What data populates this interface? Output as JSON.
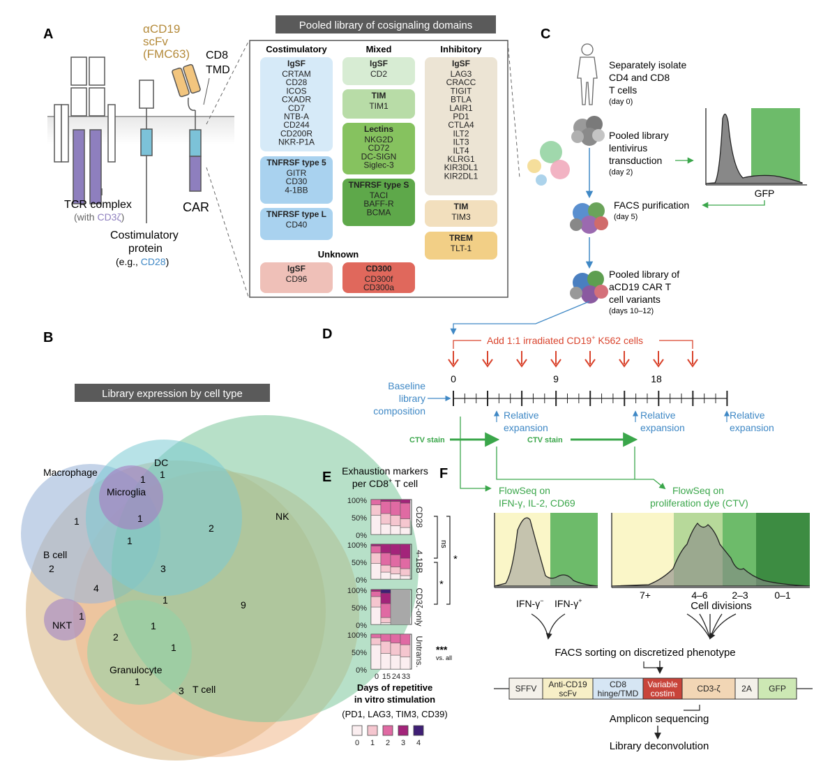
{
  "colors": {
    "costim": "#d6eaf8",
    "tnfrsf5": "#a9d2ef",
    "mixed_igsf": "#d7ecd3",
    "mixed_tim": "#b8dca7",
    "lectins": "#86c25f",
    "tnfrsf_s": "#5ea84a",
    "inhib": "#ece4d4",
    "tim_inhib": "#f2dfbd",
    "trem": "#f2cf86",
    "unk_igsf": "#efc0b8",
    "cd300": "#e0685c",
    "purple": "#8e7fbe",
    "teal": "#7cc2d8",
    "orange": "#f2c57e",
    "green_arrow": "#3aa64a",
    "red_arrow": "#d9432c",
    "blue_text": "#3f88c5"
  },
  "panelA": {
    "label": "A",
    "scfv": [
      "αCD19",
      "scFv",
      "(FMC63)"
    ],
    "cd8": [
      "CD8",
      "TMD"
    ],
    "tcr": "TCR complex",
    "tcr_with": "(with ",
    "tcr_cd3": "CD3ζ",
    "tcr_close": ")",
    "car": "CAR",
    "costim_prot": [
      "Costimulatory",
      "protein"
    ],
    "eg": "(e.g., ",
    "eg_cd28": "CD28",
    "eg_close": ")"
  },
  "library": {
    "title": "Pooled library of cosignaling domains",
    "col_costim": "Costimulatory",
    "col_mixed": "Mixed",
    "col_inhib": "Inhibitory",
    "unknown": "Unknown",
    "costim_igsf": {
      "head": "IgSF",
      "items": [
        "CRTAM",
        "CD28",
        "ICOS",
        "CXADR",
        "CD7",
        "NTB-A",
        "CD244",
        "CD200R",
        "NKR-P1A"
      ]
    },
    "tnfrsf5": {
      "head": "TNFRSF type 5",
      "items": [
        "GITR",
        "CD30",
        "4-1BB"
      ]
    },
    "tnfrsfL": {
      "head": "TNFRSF type L",
      "items": [
        "CD40"
      ]
    },
    "mixed_igsf": {
      "head": "IgSF",
      "items": [
        "CD2"
      ]
    },
    "mixed_tim": {
      "head": "TIM",
      "items": [
        "TIM1"
      ]
    },
    "lectins": {
      "head": "Lectins",
      "items": [
        "NKG2D",
        "CD72",
        "DC-SIGN",
        "Siglec-3"
      ]
    },
    "tnfrsfS": {
      "head": "TNFRSF type S",
      "items": [
        "TACI",
        "BAFF-R",
        "BCMA"
      ]
    },
    "inhib_igsf": {
      "head": "IgSF",
      "items": [
        "LAG3",
        "CRACC",
        "TIGIT",
        "BTLA",
        "LAIR1",
        "PD1",
        "CTLA4",
        "ILT2",
        "ILT3",
        "ILT4",
        "KLRG1",
        "KIR3DL1",
        "KIR2DL1"
      ]
    },
    "inhib_tim": {
      "head": "TIM",
      "items": [
        "TIM3"
      ]
    },
    "trem": {
      "head": "TREM",
      "items": [
        "TLT-1"
      ]
    },
    "unk_igsf": {
      "head": "IgSF",
      "items": [
        "CD96"
      ]
    },
    "cd300": {
      "head": "CD300",
      "items": [
        "CD300f",
        "CD300a"
      ]
    }
  },
  "panelC": {
    "label": "C",
    "step1": [
      "Separately isolate",
      "CD4 and CD8",
      "T cells"
    ],
    "step1_day": "(day 0)",
    "step2": [
      "Pooled library",
      "lentivirus",
      "transduction"
    ],
    "step2_day": "(day 2)",
    "step3": "FACS purification",
    "step3_day": "(day 5)",
    "step4": [
      "Pooled library of",
      "aCD19 CAR T",
      "cell variants"
    ],
    "step4_day": "(days 10–12)",
    "gfp": "GFP"
  },
  "panelB": {
    "label": "B",
    "title": "Library expression by cell type",
    "sets": [
      "Macrophage",
      "DC",
      "Microglia",
      "NK",
      "B cell",
      "NKT",
      "Granulocyte",
      "T cell"
    ],
    "counts": [
      "1",
      "1",
      "1",
      "1",
      "2",
      "1",
      "2",
      "3",
      "4",
      "1",
      "9",
      "1",
      "2",
      "1",
      "1",
      "1",
      "3"
    ]
  },
  "panelD": {
    "label": "D",
    "add_text": "Add 1:1 irradiated CD19",
    "add_sup": "+",
    "add_tail": " K562 cells",
    "ticks": [
      "0",
      "9",
      "18"
    ],
    "baseline": [
      "Baseline",
      "library",
      "composition"
    ],
    "rel": [
      "Relative",
      "expansion"
    ],
    "ctv": "CTV stain"
  },
  "panelE": {
    "label": "E",
    "title1": "Exhaustion markers",
    "title2": "per CD8",
    "title2_sup": "+",
    "title2_tail": " T cell",
    "groups": [
      "CD28",
      "4-1BB",
      "CD3ζ-only",
      "Untrans."
    ],
    "yticks": [
      "100%",
      "50%",
      "0%"
    ],
    "xticks": [
      "0",
      "15",
      "24",
      "33"
    ],
    "xlabel": [
      "Days of repetitive",
      "in vitro stimulation"
    ],
    "markers": "(PD1, LAG3, TIM3, CD39)",
    "legend": [
      "0",
      "1",
      "2",
      "3",
      "4"
    ],
    "sig_ns": "ns",
    "sig_star": "*",
    "sig_star2": "*",
    "sig_three": "***",
    "sig_vs": "vs. all",
    "scale_colors": [
      "#fbeef0",
      "#f5c6cf",
      "#e06aa3",
      "#a3247a",
      "#3f1f75"
    ]
  },
  "panelF": {
    "label": "F",
    "flow1": [
      "FlowSeq on",
      "IFN-γ, IL-2, CD69"
    ],
    "flow2": [
      "FlowSeq on",
      "proliferation dye (CTV)"
    ],
    "ifn_neg": "IFN-γ",
    "ifn_neg_sup": "−",
    "ifn_pos": "IFN-γ",
    "ifn_pos_sup": "+",
    "div_labels": [
      "7+",
      "4–6",
      "2–3",
      "0–1"
    ],
    "div_title": "Cell divisions",
    "sorting": "FACS sorting on discretized phenotype",
    "construct": [
      "SFFV",
      "Anti-CD19|scFv",
      "CD8|hinge/TMD",
      "Variable|costim",
      "CD3-ζ",
      "2A",
      "GFP"
    ],
    "amplicon": "Amplicon sequencing",
    "deconv": "Library deconvolution"
  }
}
